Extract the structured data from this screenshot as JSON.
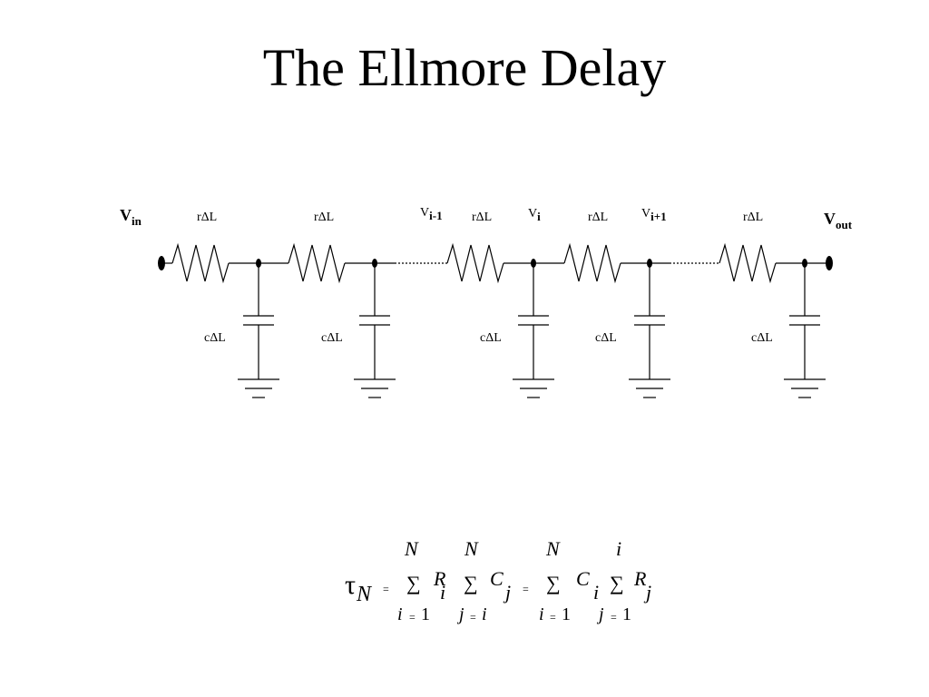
{
  "title": "The Ellmore Delay",
  "circuit": {
    "vin": {
      "main": "V",
      "sub": "in"
    },
    "vout": {
      "main": "V",
      "sub": "out"
    },
    "node_prev": {
      "main": "V",
      "sub": "i-1"
    },
    "node_cur": {
      "main": "V",
      "sub": "i"
    },
    "node_next": {
      "main": "V",
      "sub": "i+1"
    },
    "resistor_label": "rΔL",
    "capacitor_label": "cΔL"
  },
  "formula": {
    "tau": "τ",
    "tau_sub": "N",
    "eq": "=",
    "sigma": "∑",
    "sum1_upper": "N",
    "sum1_lower_var": "i",
    "sum1_lower_val": "1",
    "R": "R",
    "i": "i",
    "sum2_upper": "N",
    "sum2_lower_var": "j",
    "sum2_lower_val": "i",
    "C": "C",
    "j": "j",
    "sum3_upper": "N",
    "sum3_lower_var": "i",
    "sum3_lower_val": "1",
    "sum4_upper": "i",
    "sum4_lower_var": "j",
    "sum4_lower_val": "1"
  }
}
